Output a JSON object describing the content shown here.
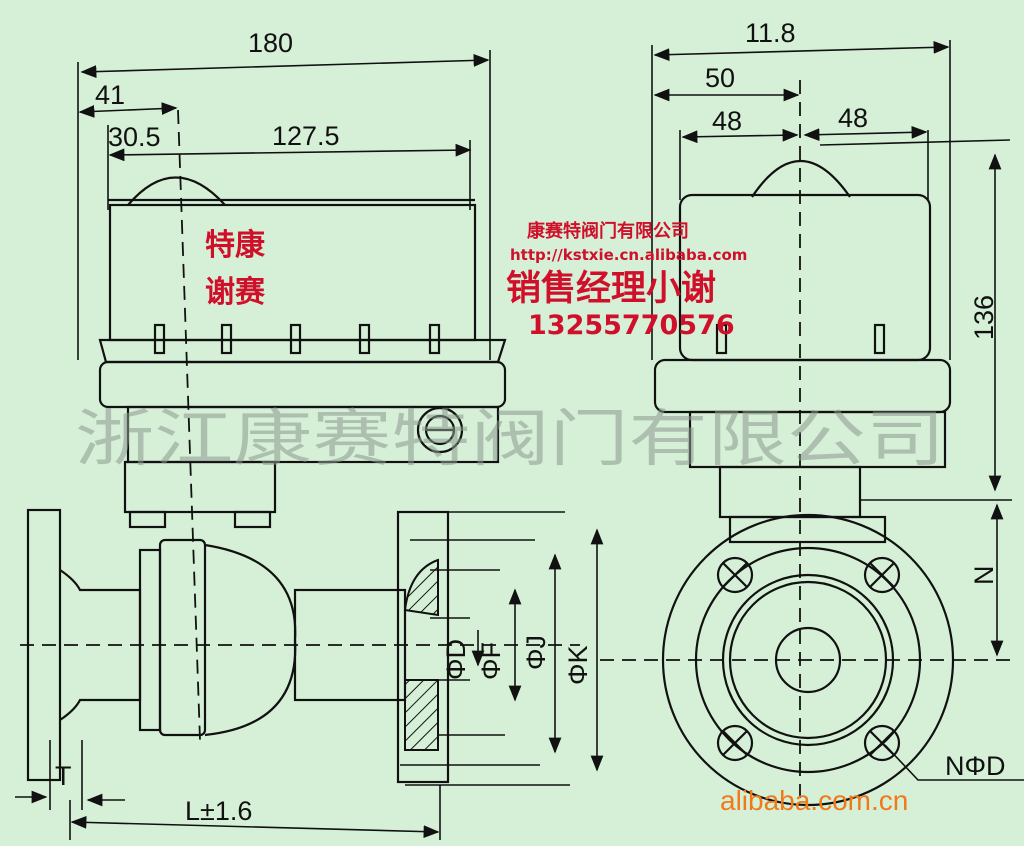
{
  "dimensions": {
    "left_overall": "180",
    "left_offset": "41",
    "left_inner_offset": "30.5",
    "left_inner": "127.5",
    "right_overall": "11.8",
    "right_half": "50",
    "right_left_48": "48",
    "right_right_48": "48",
    "height": "136",
    "n": "N",
    "phi_d": "ΦD",
    "phi_f": "ΦF",
    "phi_j": "ΦJ",
    "phi_k": "ΦK",
    "bolt_holes": "NΦD",
    "thickness": "T",
    "length": "L±1.6"
  },
  "red_labels": {
    "name_line1": "特康",
    "name_line2": "谢赛",
    "company": "康赛特阀门有限公司",
    "url": "http://kstxie.cn.alibaba.com",
    "role": "销售经理小谢",
    "phone": "13255770576"
  },
  "watermark": "浙江康赛特阀门有限公司",
  "site_watermark": "alibaba.com.cn",
  "colors": {
    "background": "#d6f0d8",
    "red": "#d0102a",
    "orange": "#f07a1a"
  }
}
